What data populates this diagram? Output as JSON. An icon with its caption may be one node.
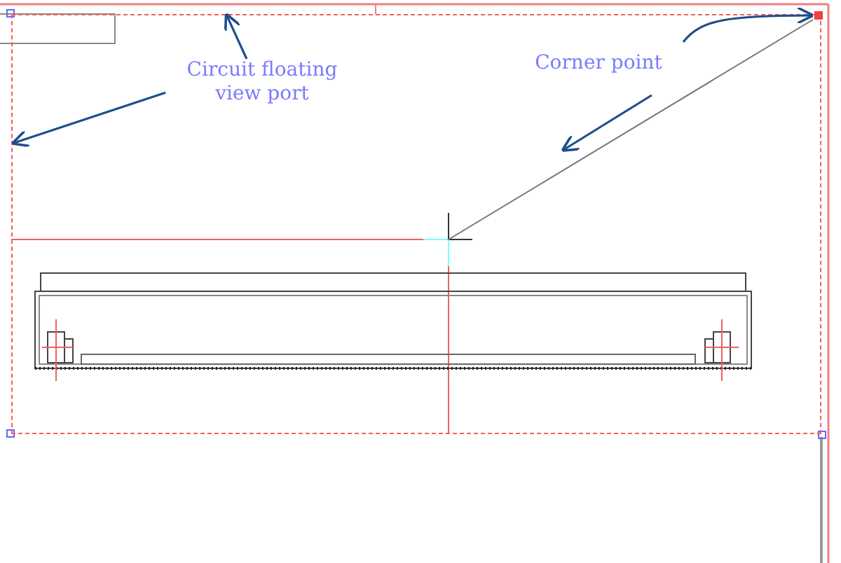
{
  "diagram": {
    "nodes": [
      {
        "text": [],
        "shape": "box"
      },
      {
        "text": [
          "Circuit floating view port"
        ],
        "in": 0
      },
      {
        "text": [
          "Corner point"
        ],
        "in": 0
      },
      {
        "text": [],
        "shape": "box"
      }
    ],
    "edges": [
      {
        "from": 1,
        "to": 0,
        "arrow": "to"
      },
      {
        "from": 1,
        "to": 0,
        "arrow": "to"
      },
      {
        "from": 2,
        "to": 3,
        "arrow": "to"
      },
      {
        "from": 2,
        "to": null,
        "arrow": "to"
      }
    ]
  }
}
